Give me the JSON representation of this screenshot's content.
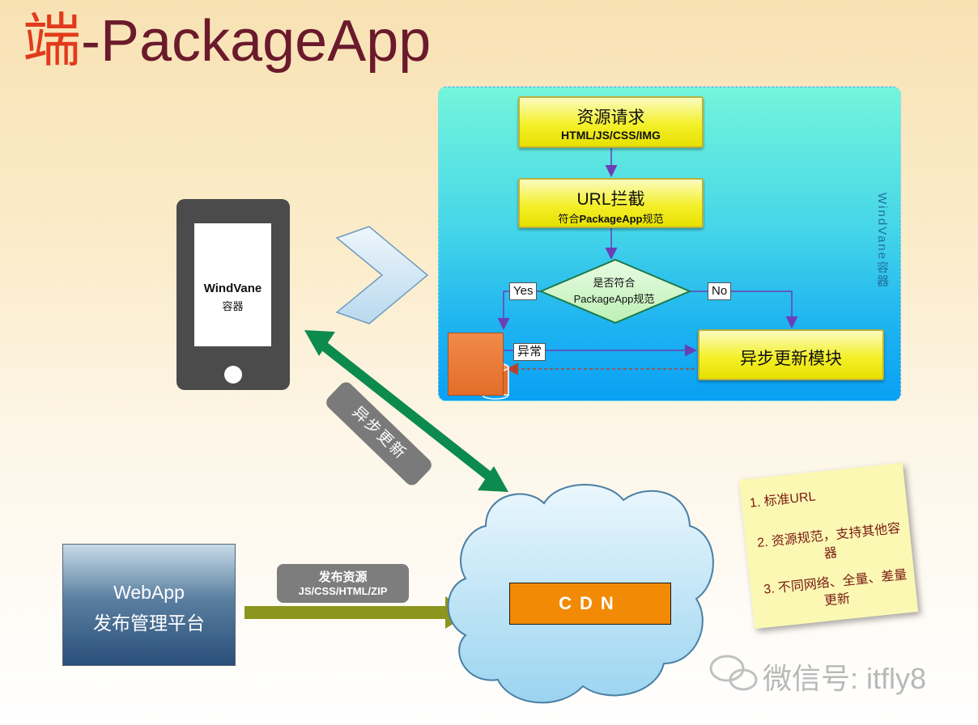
{
  "title": {
    "prefix": "端",
    "suffix": "-PackageApp"
  },
  "panel": {
    "label": "WindVane容器"
  },
  "flow": {
    "request": {
      "title": "资源请求",
      "subtitle": "HTML/JS/CSS/IMG"
    },
    "intercept": {
      "title": "URL拦截",
      "subtitle_prefix": "符合",
      "subtitle_bold": "PackageApp",
      "subtitle_suffix": "规范"
    },
    "decision": {
      "line1": "是否符合",
      "line2": "PackageApp规范"
    },
    "yes": "Yes",
    "no": "No",
    "exception": "异常",
    "async_update": "异步更新模块"
  },
  "phone": {
    "line1": "WindVane",
    "line2": "容器"
  },
  "sync_arrow_label": "异步更新",
  "webapp": {
    "line1": "WebApp",
    "line2": "发布管理平台"
  },
  "publish": {
    "line1": "发布资源",
    "line2": "JS/CSS/HTML/ZIP"
  },
  "cdn": "CDN",
  "note": {
    "item1": "1. 标准URL",
    "item2": "2. 资源规范，支持其他容器",
    "item3": "3. 不同网络、全量、差量更新"
  },
  "watermark": "微信号: itfly8",
  "colors": {
    "title_accent": "#e23a1c",
    "title_main": "#6b1a2c",
    "cdn": "#f28a05",
    "sync_arrow": "#0d8a4e",
    "publish_arrow": "#8c951d"
  }
}
